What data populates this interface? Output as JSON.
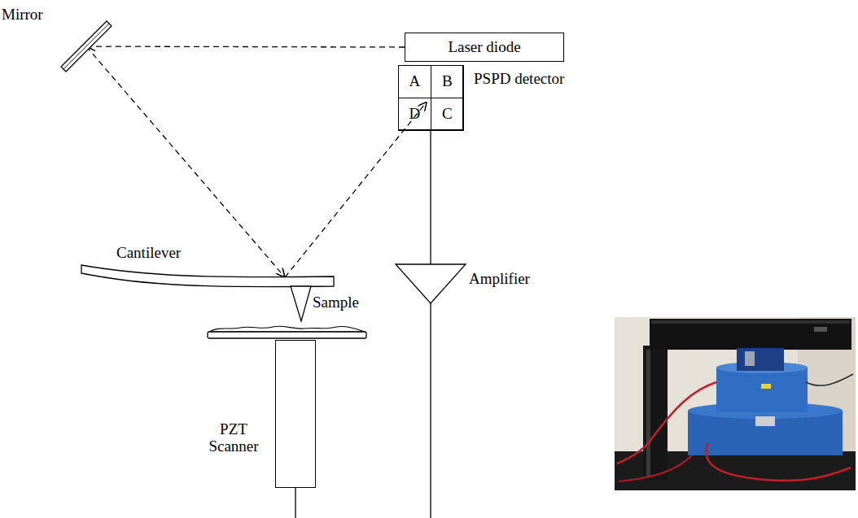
{
  "diagram": {
    "nodes": [
      {
        "text": [
          "Mirror"
        ]
      },
      {
        "text": [
          "Laser diode"
        ]
      },
      {
        "text": [
          "PSPD detector"
        ]
      },
      {
        "text": [
          "A"
        ],
        "in": 2
      },
      {
        "text": [
          "B"
        ],
        "in": 2
      },
      {
        "text": [
          "D"
        ],
        "in": 2
      },
      {
        "text": [
          "C"
        ],
        "in": 2
      },
      {
        "text": [
          "Cantilever"
        ]
      },
      {
        "text": [
          "Amplifier"
        ]
      },
      {
        "text": [
          "Sample"
        ]
      },
      {
        "text": [
          "PZT Scanner"
        ]
      }
    ],
    "edges": [
      {
        "from": 1,
        "to": 0,
        "arrow": "to"
      },
      {
        "from": 0,
        "to": 7,
        "arrow": "to"
      },
      {
        "from": 7,
        "to": 5,
        "arrow": "to"
      },
      {
        "from": 2,
        "to": 8,
        "arrow": "none"
      }
    ]
  }
}
